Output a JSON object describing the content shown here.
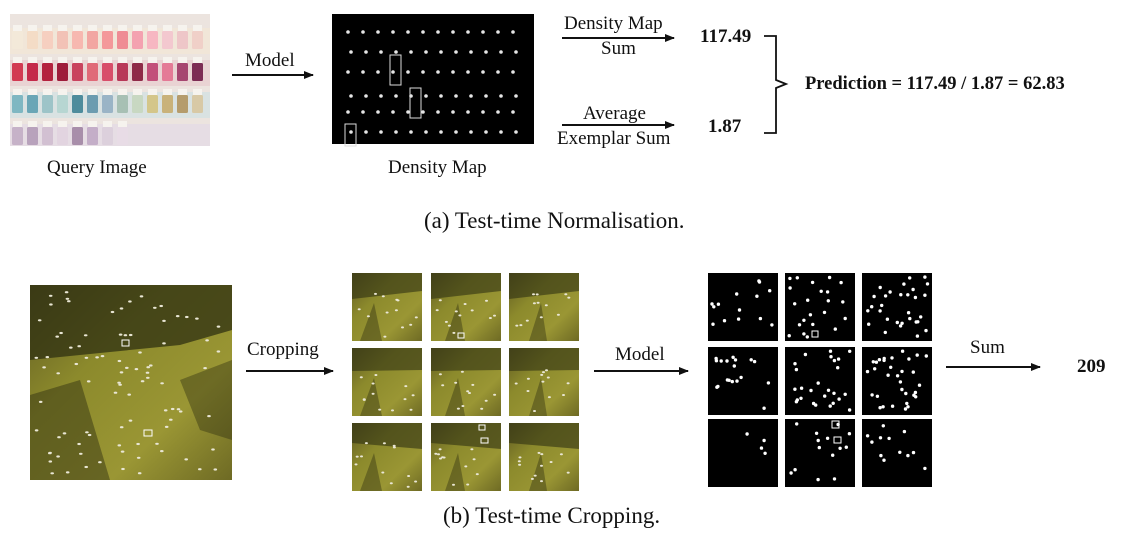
{
  "panel_a": {
    "query_label": "Query Image",
    "model_label": "Model",
    "density_map_label": "Density Map",
    "density_sum_top": "Density Map",
    "density_sum_bottom": "Sum",
    "density_sum_value": "117.49",
    "exemplar_top": "Average",
    "exemplar_bottom": "Exemplar Sum",
    "exemplar_value": "1.87",
    "prediction": "Prediction = 117.49 / 1.87  = 62.83",
    "caption": "(a)  Test-time Normalisation."
  },
  "panel_b": {
    "cropping_label": "Cropping",
    "model_label": "Model",
    "sum_label": "Sum",
    "result_value": "209",
    "caption": "(b)  Test-time Cropping."
  },
  "colors": {
    "field_green": "#8c8a2c",
    "field_dark": "#3c3d16",
    "density_bg": "#000000",
    "dot": "#ffffff"
  }
}
